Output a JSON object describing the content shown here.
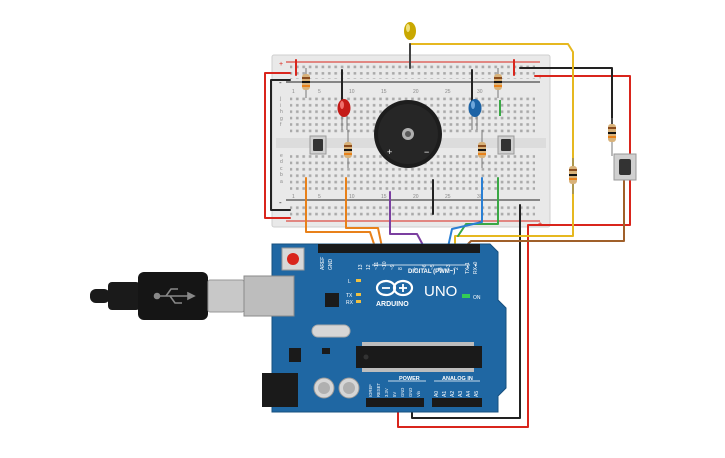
{
  "board": {
    "logo_text": "ARDUINO",
    "model": "UNO",
    "digital_header": "DIGITAL (PWM~)",
    "power_label": "POWER",
    "analog_label": "ANALOG IN",
    "on_label": "ON",
    "tx_label": "TX",
    "rx_label": "RX",
    "l_label": "L",
    "digital_pins": [
      "AREF",
      "GND",
      "13",
      "12",
      "~11",
      "~10",
      "~9",
      "8",
      "7",
      "~6",
      "~5",
      "4",
      "~3",
      "2",
      "TX▸1",
      "RX◂0"
    ],
    "power_pins": [
      "IOREF",
      "RESET",
      "3.3V",
      "5V",
      "GND",
      "GND",
      "Vin"
    ],
    "analog_pins": [
      "A0",
      "A1",
      "A2",
      "A3",
      "A4",
      "A5"
    ]
  },
  "breadboard": {
    "col_numbers": [
      "1",
      "5",
      "10",
      "15",
      "20",
      "25",
      "30"
    ],
    "row_letters": [
      "a",
      "b",
      "c",
      "d",
      "e",
      "f",
      "g",
      "h",
      "i",
      "j"
    ],
    "rail_plus": "+",
    "rail_minus": "-"
  },
  "buzzer": {
    "plus": "+",
    "minus": "−"
  },
  "colors": {
    "board": "#1f67a3",
    "wire_red": "#d9251c",
    "wire_black": "#222222",
    "wire_orange": "#e8811a",
    "wire_purple": "#7b3fa0",
    "wire_blue": "#2a7fd4",
    "wire_green": "#3aa845",
    "wire_yellow": "#e6b820",
    "wire_brown": "#a0602a"
  }
}
